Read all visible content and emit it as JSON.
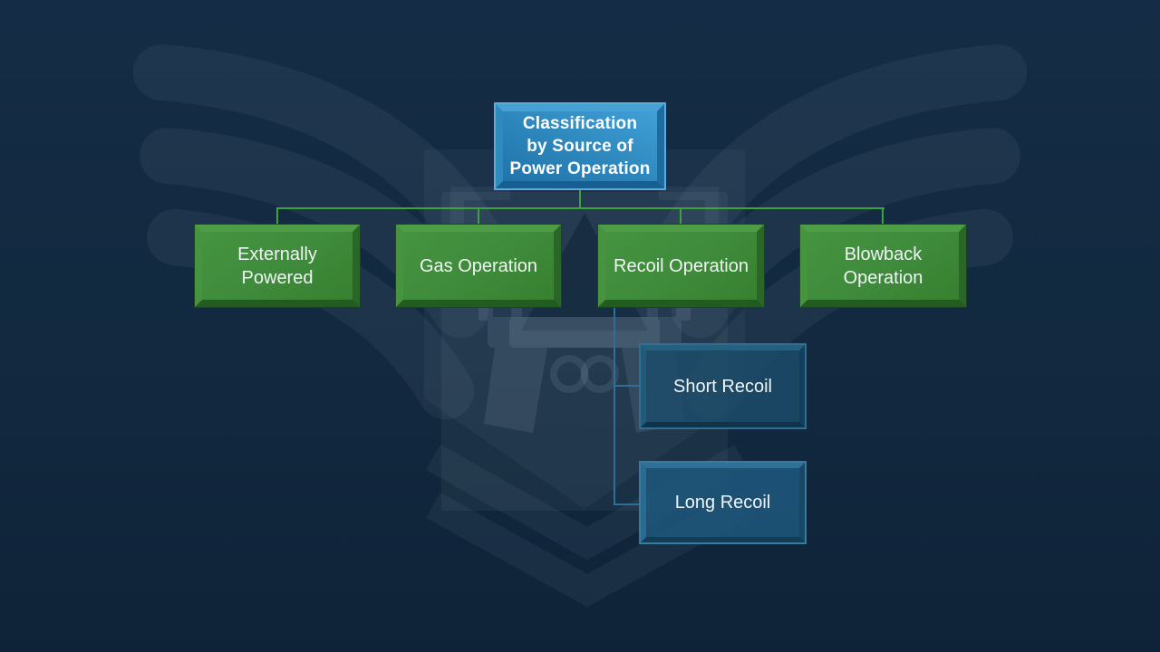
{
  "slide": {
    "background_color": "#12293f",
    "watermark_icon": "winged-shield-pistol-emblem"
  },
  "org_chart": {
    "root": {
      "label": "Classification\nby Source of\nPower Operation"
    },
    "branches": [
      {
        "label": "Externally Powered"
      },
      {
        "label": "Gas Operation"
      },
      {
        "label": "Recoil Operation"
      },
      {
        "label": "Blowback Operation"
      }
    ],
    "recoil_children": [
      {
        "label": "Short Recoil"
      },
      {
        "label": "Long Recoil"
      }
    ],
    "colors": {
      "root_box": "#2c86bb",
      "branch_box": "#3e8b3b",
      "short_recoil_box": "#1c4d6b",
      "long_recoil_box": "#1e5880",
      "green_connector": "#3ea33d",
      "blue_connector": "#2d6f99",
      "text": "#ffffff"
    }
  }
}
